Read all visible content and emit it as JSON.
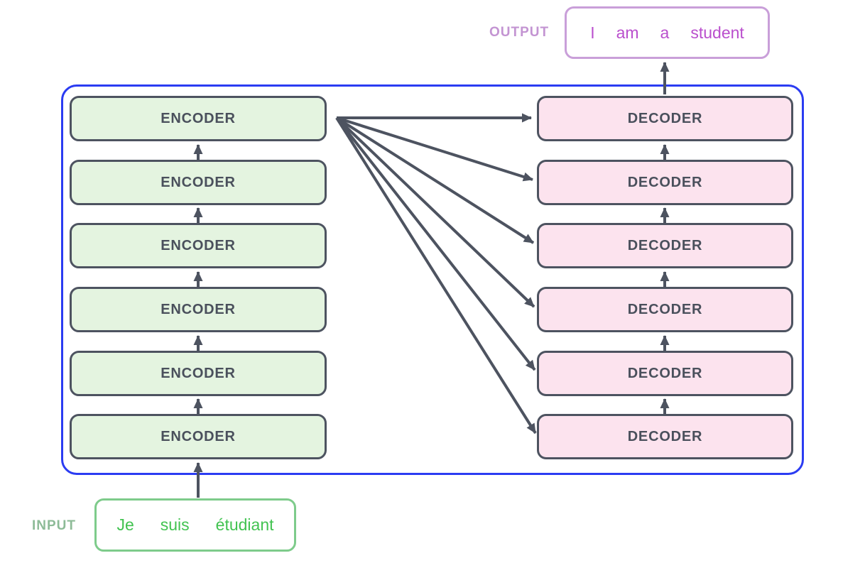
{
  "diagram_title": "transformer-encoder-decoder-stack",
  "output": {
    "label": "OUTPUT",
    "words": [
      "I",
      "am",
      "a",
      "student"
    ]
  },
  "input": {
    "label": "INPUT",
    "words": [
      "Je",
      "suis",
      "étudiant"
    ]
  },
  "encoders": [
    {
      "label": "ENCODER"
    },
    {
      "label": "ENCODER"
    },
    {
      "label": "ENCODER"
    },
    {
      "label": "ENCODER"
    },
    {
      "label": "ENCODER"
    },
    {
      "label": "ENCODER"
    }
  ],
  "decoders": [
    {
      "label": "DECODER"
    },
    {
      "label": "DECODER"
    },
    {
      "label": "DECODER"
    },
    {
      "label": "DECODER"
    },
    {
      "label": "DECODER"
    },
    {
      "label": "DECODER"
    }
  ],
  "colors": {
    "container_border": "#2b3cf2",
    "block_border": "#4d5360",
    "arrow": "#4d5360",
    "encoder_fill": "#e4f4e0",
    "decoder_fill": "#fce3ee",
    "block_text": "#4a505c",
    "input_border": "#7ecb8b",
    "input_text": "#42c351",
    "input_label": "#8dbb97",
    "output_border": "#c99fd9",
    "output_text": "#ba4fcd",
    "output_label": "#c394d2"
  }
}
